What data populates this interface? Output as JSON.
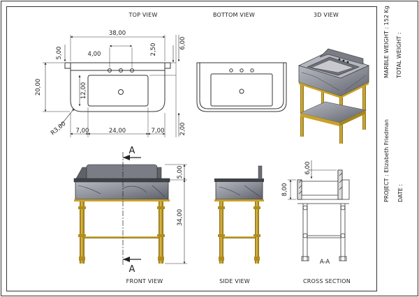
{
  "views": {
    "top": "TOP VIEW",
    "bottom": "BOTTOM VIEW",
    "iso": "3D VIEW",
    "front": "FRONT VIEW",
    "side": "SIDE VIEW",
    "cross": "CROSS SECTION"
  },
  "dimensions": {
    "top_width": "38,00",
    "tap_spacing": "4,00",
    "top_offset": "5,00",
    "depth": "20,00",
    "inner_depth": "12,00",
    "top_right": "2,50",
    "radius": "R3,00",
    "left_margin": "7,00",
    "bowl_width": "24,00",
    "right_margin": "7,00",
    "back_height": "6,00",
    "front_gap": "2,00",
    "splash_height": "5,00",
    "leg_height": "34,00",
    "section_back": "6,00",
    "section_depth": "8,00"
  },
  "section": {
    "cut_label_top": "A",
    "cut_label_bottom": "A",
    "name": "A-A"
  },
  "title_block": {
    "marble_weight": "MARBLE WEIGHT : 152 Kg",
    "total_weight": "TOTAL WEIGHT :",
    "project": "PROJECT :  Elizabeth Friedman",
    "date": "DATE :"
  },
  "colors": {
    "line": "#333333",
    "gold": "#c9a227",
    "gold_dark": "#8a6a10",
    "marble": "#9a9ca5",
    "marble_dark": "#4f525b"
  }
}
